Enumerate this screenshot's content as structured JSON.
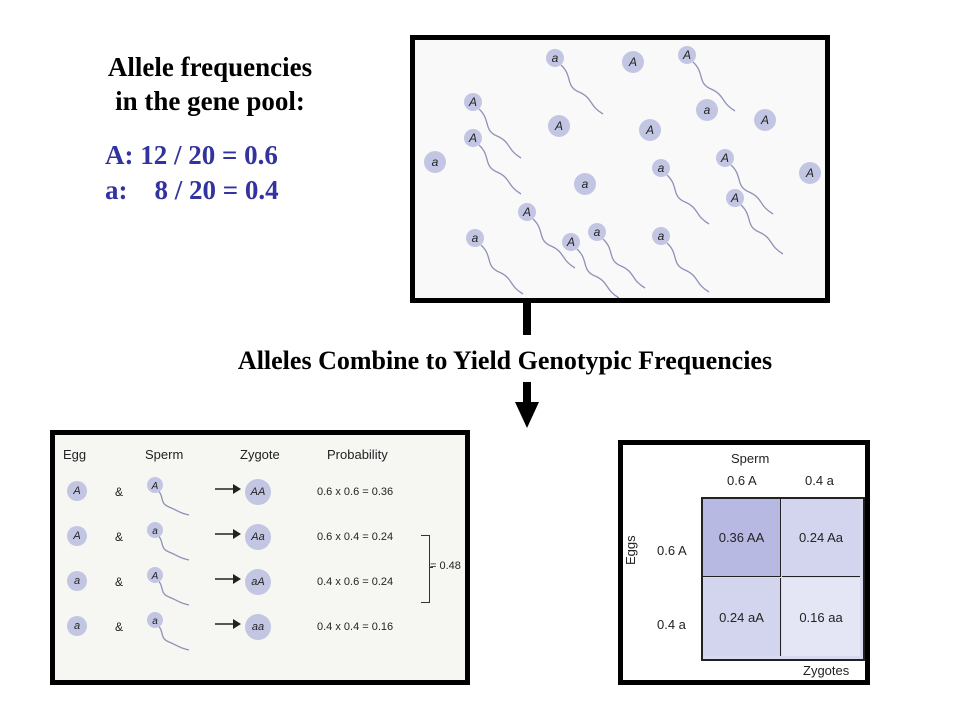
{
  "frequencies": {
    "title_line1": "Allele frequencies",
    "title_line2": "in the gene pool:",
    "line_A": "A: 12 / 20 = 0.6",
    "line_a": "a:    8 / 20 = 0.4"
  },
  "gene_pool": {
    "sperm_alleles": [
      "a",
      "A",
      "A",
      "A",
      "a",
      "A",
      "A",
      "a",
      "a",
      "a",
      "A",
      "A"
    ],
    "egg_alleles": [
      "A",
      "a",
      "A",
      "A",
      "A",
      "a",
      "a",
      "A"
    ]
  },
  "combine_title": "Alleles Combine to Yield Genotypic Frequencies",
  "probability_table": {
    "headers": {
      "egg": "Egg",
      "sperm": "Sperm",
      "zygote": "Zygote",
      "probability": "Probability"
    },
    "rows": [
      {
        "egg": "A",
        "amp": "&",
        "sperm": "A",
        "zygote": "AA",
        "probability": "0.6 x 0.6 = 0.36"
      },
      {
        "egg": "A",
        "amp": "&",
        "sperm": "a",
        "zygote": "Aa",
        "probability": "0.6 x 0.4 = 0.24"
      },
      {
        "egg": "a",
        "amp": "&",
        "sperm": "A",
        "zygote": "aA",
        "probability": "0.4 x 0.6 = 0.24"
      },
      {
        "egg": "a",
        "amp": "&",
        "sperm": "a",
        "zygote": "aa",
        "probability": "0.4 x 0.4 = 0.16"
      }
    ],
    "bracket_sum": "= 0.48"
  },
  "punnett": {
    "sperm_label": "Sperm",
    "eggs_label": "Eggs",
    "zygotes_label": "Zygotes",
    "col_labels": [
      "0.6 A",
      "0.4 a"
    ],
    "row_labels": [
      "0.6 A",
      "0.4 a"
    ],
    "cells": [
      [
        "0.36 AA",
        "0.24 Aa"
      ],
      [
        "0.24 aA",
        "0.16 aa"
      ]
    ]
  },
  "colors": {
    "allele_fill": "#c3c6e3",
    "frequency_text": "#3333a0",
    "punnett_dark": "#b8b9e2"
  }
}
